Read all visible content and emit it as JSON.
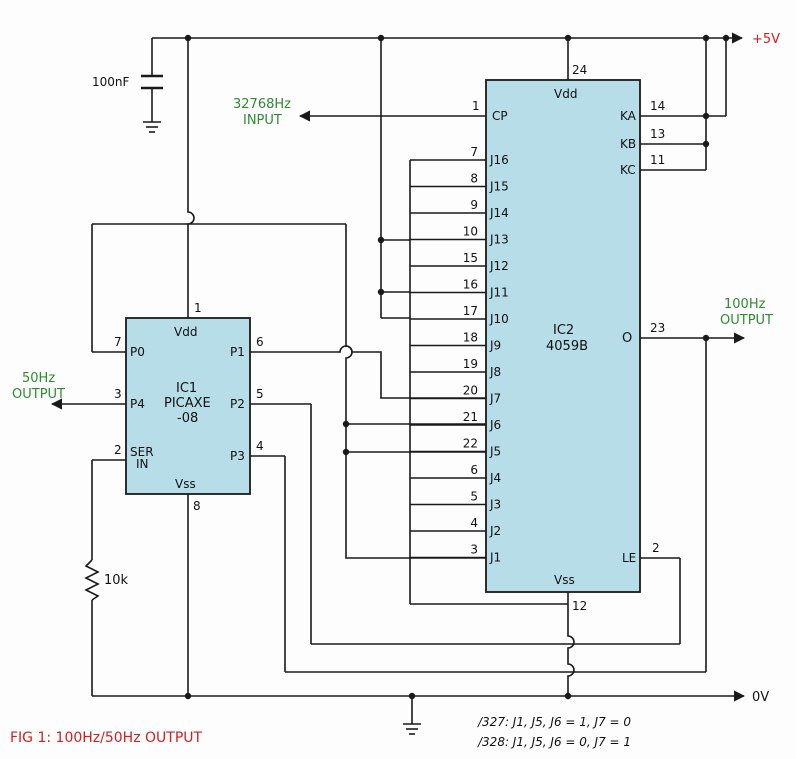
{
  "title": "FIG 1: 100Hz/50Hz OUTPUT",
  "rails": {
    "vplus": "+5V",
    "ground": "0V"
  },
  "capacitor": "100nF",
  "resistor": "10k",
  "input_label": [
    "32768Hz",
    "INPUT"
  ],
  "output_100": [
    "100Hz",
    "OUTPUT"
  ],
  "output_50": [
    "50Hz",
    "OUTPUT"
  ],
  "ic1": {
    "name": [
      "IC1",
      "PICAXE",
      "-08"
    ],
    "vdd": "Vdd",
    "vss": "Vss",
    "p0": "P0",
    "p1": "P1",
    "p2": "P2",
    "p3": "P3",
    "p4": "P4",
    "ser": [
      "SER",
      "IN"
    ],
    "pins": {
      "vdd": "1",
      "vss": "8",
      "p0": "7",
      "p1": "6",
      "p2": "5",
      "p3": "4",
      "p4": "3",
      "ser": "2"
    }
  },
  "ic2": {
    "name": [
      "IC2",
      "4059B"
    ],
    "vdd": "Vdd",
    "vss": "Vss",
    "cp": "CP",
    "o": "O",
    "le": "LE",
    "ka": "KA",
    "kb": "KB",
    "kc": "KC",
    "jpins": [
      "J16",
      "J15",
      "J14",
      "J13",
      "J12",
      "J11",
      "J10",
      "J9",
      "J8",
      "J7",
      "J6",
      "J5",
      "J4",
      "J3",
      "J2",
      "J1"
    ],
    "jnums": [
      "7",
      "8",
      "9",
      "10",
      "15",
      "16",
      "17",
      "18",
      "19",
      "20",
      "21",
      "22",
      "6",
      "5",
      "4",
      "3"
    ],
    "pins": {
      "vdd": "24",
      "vss": "12",
      "cp": "1",
      "o": "23",
      "le": "2",
      "ka": "14",
      "kb": "13",
      "kc": "11"
    }
  },
  "notes": [
    "/327: J1, J5, J6 = 1, J7 = 0",
    "/328: J1, J5, J6 = 0, J7 = 1"
  ],
  "colors": {
    "chip": "#b7dde8",
    "label_green": "#2e8b2e",
    "label_red": "#d02020"
  }
}
